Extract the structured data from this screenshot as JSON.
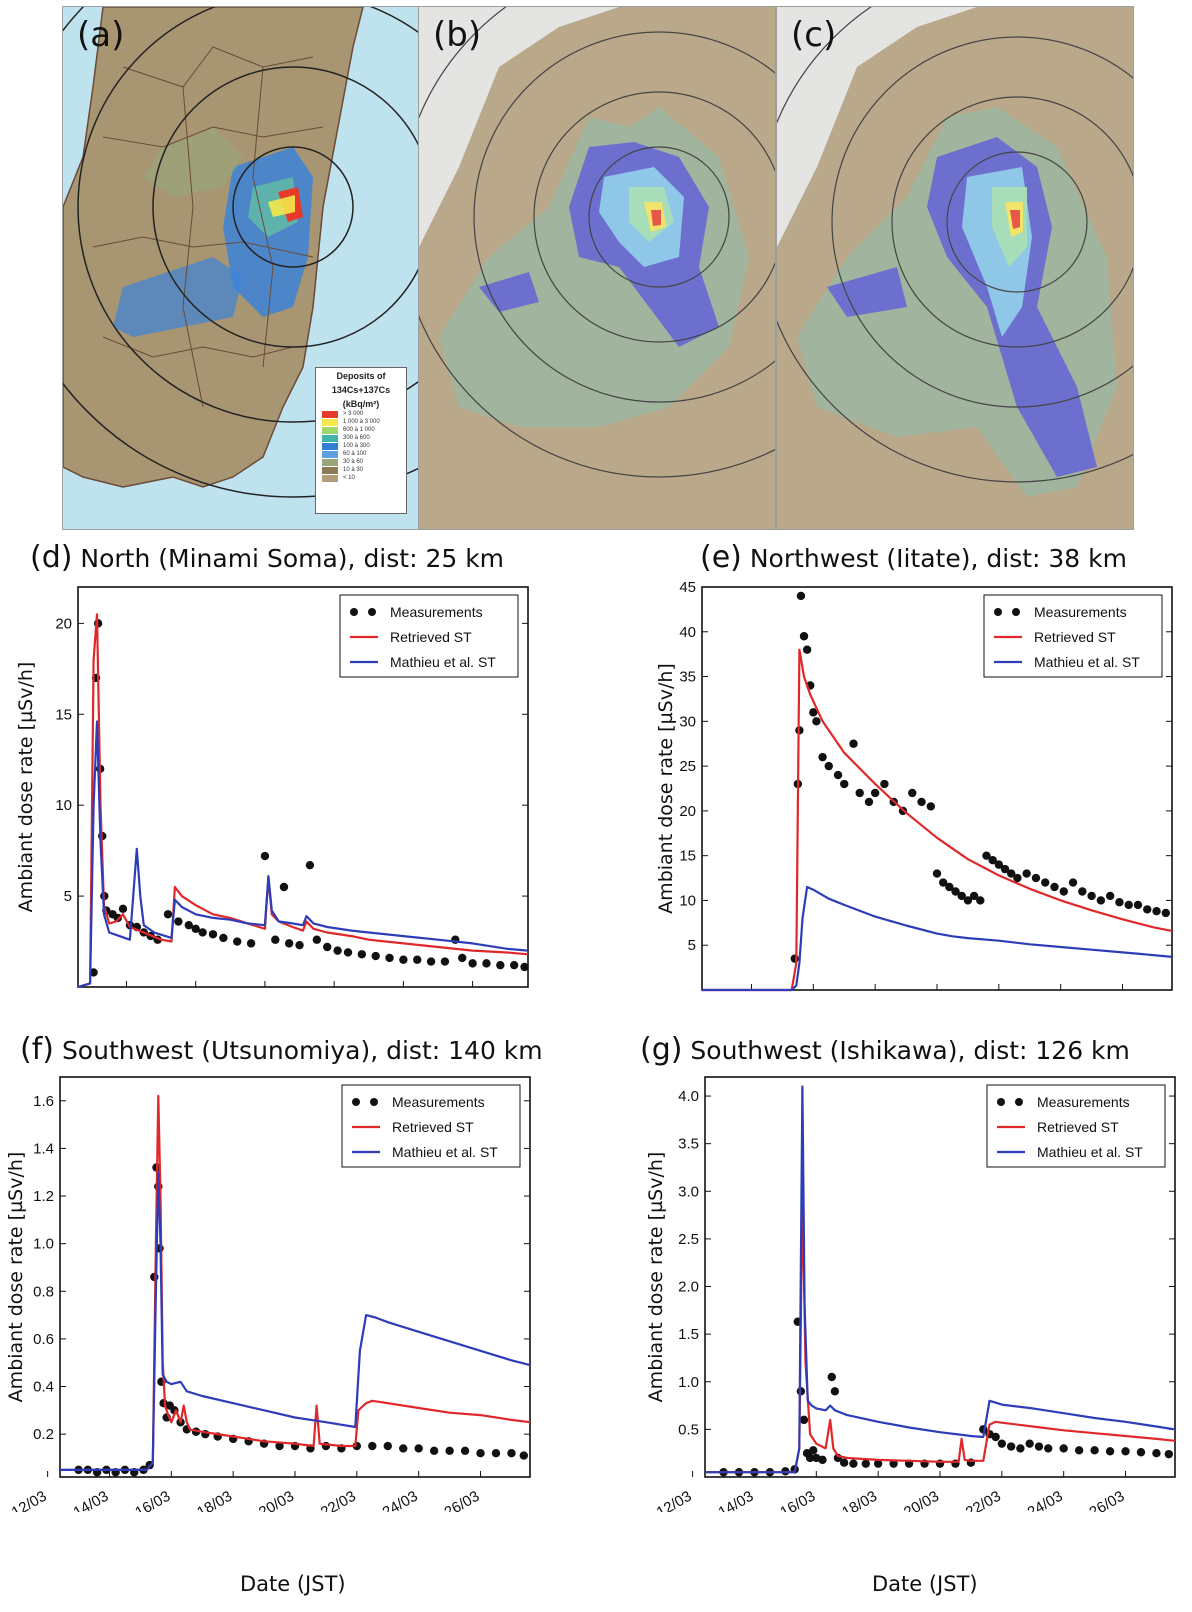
{
  "maps": [
    {
      "letter": "(a)",
      "legend": {
        "title1": "Deposits of",
        "title2": "134Cs+137Cs",
        "title3": "(kBq/m²)",
        "classes": [
          {
            "color": "#e83a2a",
            "label": "> 3 000"
          },
          {
            "color": "#f4e84a",
            "label": "1 000 à 3 000"
          },
          {
            "color": "#9fd86a",
            "label": "600 à 1 000"
          },
          {
            "color": "#3fb5a8",
            "label": "300 à 600"
          },
          {
            "color": "#2f7fd6",
            "label": "100 à 300"
          },
          {
            "color": "#5ea0e0",
            "label": "60 à 100"
          },
          {
            "color": "#9aa57a",
            "label": "30 à 60"
          },
          {
            "color": "#8e7b55",
            "label": "10 à 30"
          },
          {
            "color": "#b29d78",
            "label": "< 10"
          }
        ]
      }
    },
    {
      "letter": "(b)"
    },
    {
      "letter": "(c)"
    }
  ],
  "chart_data": [
    {
      "type": "line",
      "panel": "(d)",
      "title": "North (Minami Soma), dist: 25 km",
      "ylabel": "Ambiant dose rate [µSv/h]",
      "xlabel": "",
      "xlim": [
        14.6,
        27.6
      ],
      "ylim": [
        0,
        22
      ],
      "yticks": [
        5,
        10,
        15,
        20
      ],
      "xticks": [],
      "legend_position": "top-right",
      "series": [
        {
          "name": "Measurements",
          "style": "scatter",
          "color": "#111111",
          "x": [
            15.05,
            15.12,
            15.18,
            15.24,
            15.3,
            15.36,
            15.42,
            15.6,
            15.75,
            15.9,
            16.1,
            16.3,
            16.5,
            16.7,
            16.9,
            17.2,
            17.5,
            17.8,
            18.0,
            18.2,
            18.5,
            18.8,
            19.2,
            19.6,
            20.0,
            20.3,
            20.55,
            20.7,
            21.0,
            21.3,
            21.5,
            21.8,
            22.1,
            22.4,
            22.8,
            23.2,
            23.6,
            24.0,
            24.4,
            24.8,
            25.2,
            25.5,
            25.7,
            26.0,
            26.4,
            26.8,
            27.2,
            27.5
          ],
          "y": [
            0.8,
            17,
            20,
            12,
            8.3,
            5,
            4.2,
            4.0,
            3.8,
            4.3,
            3.4,
            3.3,
            3.0,
            2.8,
            2.6,
            4.0,
            3.6,
            3.4,
            3.2,
            3.0,
            2.9,
            2.7,
            2.5,
            2.4,
            7.2,
            2.6,
            5.5,
            2.4,
            2.3,
            6.7,
            2.6,
            2.2,
            2.0,
            1.9,
            1.8,
            1.7,
            1.6,
            1.5,
            1.5,
            1.4,
            1.4,
            2.6,
            1.6,
            1.3,
            1.3,
            1.2,
            1.2,
            1.1
          ]
        },
        {
          "name": "Retrieved ST",
          "style": "line",
          "color": "#e0282a",
          "x": [
            14.6,
            14.95,
            15.05,
            15.15,
            15.25,
            15.35,
            15.5,
            15.7,
            15.9,
            16.1,
            16.5,
            17.0,
            17.3,
            17.4,
            17.6,
            18.0,
            18.5,
            19.0,
            19.5,
            20.0,
            20.1,
            20.2,
            20.4,
            20.8,
            21.1,
            21.2,
            21.4,
            21.8,
            22.5,
            23.0,
            24.0,
            25.0,
            26.0,
            27.0,
            27.6
          ],
          "y": [
            0,
            0.2,
            18,
            20.5,
            10,
            4.5,
            3.5,
            3.6,
            4.0,
            3.3,
            3.0,
            2.6,
            2.5,
            5.5,
            5.0,
            4.5,
            4.0,
            3.8,
            3.5,
            3.2,
            6.0,
            4.0,
            3.6,
            3.3,
            3.1,
            3.6,
            3.2,
            3.0,
            2.8,
            2.6,
            2.4,
            2.2,
            2.0,
            1.9,
            1.8
          ]
        },
        {
          "name": "Mathieu et al. ST",
          "style": "line",
          "color": "#2d3db8",
          "x": [
            14.6,
            14.95,
            15.05,
            15.15,
            15.25,
            15.35,
            15.5,
            15.8,
            16.1,
            16.3,
            16.4,
            16.5,
            16.8,
            17.3,
            17.4,
            17.6,
            18.0,
            18.5,
            19.0,
            19.5,
            20.0,
            20.1,
            20.2,
            20.4,
            20.8,
            21.1,
            21.2,
            21.4,
            21.8,
            22.5,
            23.0,
            24.0,
            25.0,
            26.0,
            27.0,
            27.6
          ],
          "y": [
            0,
            0.2,
            10,
            14.6,
            8,
            4.0,
            3.0,
            2.8,
            2.6,
            7.6,
            5.0,
            3.4,
            3.0,
            2.7,
            4.8,
            4.4,
            4.0,
            3.8,
            3.7,
            3.5,
            3.4,
            6.1,
            4.2,
            3.6,
            3.5,
            3.4,
            3.9,
            3.5,
            3.3,
            3.1,
            3.0,
            2.8,
            2.6,
            2.4,
            2.1,
            2.0
          ]
        }
      ]
    },
    {
      "type": "line",
      "panel": "(e)",
      "title": "Northwest (Iitate), dist: 38 km",
      "ylabel": "Ambiant dose rate [µSv/h]",
      "xlabel": "",
      "xlim": [
        12.4,
        27.6
      ],
      "ylim": [
        0,
        45
      ],
      "yticks": [
        5,
        10,
        15,
        20,
        25,
        30,
        35,
        40,
        45
      ],
      "xticks": [],
      "legend_position": "top-right",
      "series": [
        {
          "name": "Measurements",
          "style": "scatter",
          "color": "#111111",
          "x": [
            15.4,
            15.5,
            15.55,
            15.6,
            15.7,
            15.8,
            15.9,
            16.0,
            16.1,
            16.3,
            16.5,
            16.8,
            17.0,
            17.3,
            17.5,
            17.8,
            18.0,
            18.3,
            18.6,
            18.9,
            19.2,
            19.5,
            19.8,
            20.0,
            20.2,
            20.4,
            20.6,
            20.8,
            21.0,
            21.2,
            21.4,
            21.6,
            21.8,
            22.0,
            22.2,
            22.4,
            22.6,
            22.9,
            23.2,
            23.5,
            23.8,
            24.1,
            24.4,
            24.7,
            25.0,
            25.3,
            25.6,
            25.9,
            26.2,
            26.5,
            26.8,
            27.1,
            27.4
          ],
          "y": [
            3.5,
            23,
            29,
            44,
            39.5,
            38,
            34,
            31,
            30,
            26,
            25,
            24,
            23,
            27.5,
            22,
            21,
            22,
            23,
            21,
            20,
            22,
            21,
            20.5,
            13,
            12,
            11.5,
            11,
            10.5,
            10,
            10.5,
            10,
            15,
            14.5,
            14,
            13.5,
            13,
            12.5,
            13,
            12.5,
            12,
            11.5,
            11,
            12,
            11,
            10.5,
            10,
            10.5,
            9.8,
            9.5,
            9.5,
            9,
            8.8,
            8.6
          ]
        },
        {
          "name": "Retrieved ST",
          "style": "line",
          "color": "#e0282a",
          "x": [
            12.4,
            15.3,
            15.45,
            15.55,
            15.7,
            15.9,
            16.3,
            17.0,
            18.0,
            19.0,
            20.0,
            21.0,
            22.0,
            23.0,
            24.0,
            25.0,
            26.0,
            27.0,
            27.6
          ],
          "y": [
            0,
            0,
            3,
            38,
            35,
            33,
            30,
            26.5,
            23,
            19.8,
            17,
            14.6,
            12.8,
            11.3,
            10,
            8.9,
            7.9,
            7.0,
            6.6
          ]
        },
        {
          "name": "Mathieu et al. ST",
          "style": "line",
          "color": "#2d3db8",
          "x": [
            12.4,
            15.3,
            15.45,
            15.55,
            15.65,
            15.8,
            16.0,
            16.5,
            17.0,
            18.0,
            19.0,
            20.0,
            20.5,
            21.0,
            22.0,
            23.0,
            24.0,
            25.0,
            26.0,
            27.0,
            27.6
          ],
          "y": [
            0,
            0,
            0.5,
            3,
            8,
            11.5,
            11.2,
            10.2,
            9.5,
            8.2,
            7.2,
            6.3,
            6.0,
            5.8,
            5.5,
            5.1,
            4.8,
            4.5,
            4.2,
            3.9,
            3.7
          ]
        }
      ]
    },
    {
      "type": "line",
      "panel": "(f)",
      "title": "Southwest (Utsunomiya), dist: 140 km",
      "ylabel": "Ambiant dose rate [µSv/h]",
      "xlabel": "Date (JST)",
      "xlim": [
        12.4,
        27.6
      ],
      "ylim": [
        0.02,
        1.7
      ],
      "yticks": [
        0.2,
        0.4,
        0.6,
        0.8,
        1.0,
        1.2,
        1.4,
        1.6
      ],
      "xticks": [
        "12/03",
        "14/03",
        "16/03",
        "18/03",
        "20/03",
        "22/03",
        "24/03",
        "26/03"
      ],
      "legend_position": "top-right",
      "series": [
        {
          "name": "Measurements",
          "style": "scatter",
          "color": "#111111",
          "x": [
            13.0,
            13.3,
            13.6,
            13.9,
            14.2,
            14.5,
            14.8,
            15.1,
            15.3,
            15.45,
            15.52,
            15.58,
            15.62,
            15.68,
            15.75,
            15.85,
            15.95,
            16.1,
            16.3,
            16.5,
            16.8,
            17.1,
            17.5,
            18.0,
            18.5,
            19.0,
            19.5,
            20.0,
            20.5,
            21.0,
            21.5,
            22.0,
            22.5,
            23.0,
            23.5,
            24.0,
            24.5,
            25.0,
            25.5,
            26.0,
            26.5,
            27.0,
            27.4
          ],
          "y": [
            0.05,
            0.05,
            0.04,
            0.05,
            0.04,
            0.05,
            0.04,
            0.05,
            0.07,
            0.86,
            1.32,
            1.24,
            0.98,
            0.42,
            0.33,
            0.27,
            0.32,
            0.3,
            0.25,
            0.22,
            0.21,
            0.2,
            0.19,
            0.18,
            0.17,
            0.16,
            0.15,
            0.15,
            0.14,
            0.15,
            0.14,
            0.15,
            0.15,
            0.15,
            0.14,
            0.14,
            0.13,
            0.13,
            0.13,
            0.12,
            0.12,
            0.12,
            0.11
          ]
        },
        {
          "name": "Retrieved ST",
          "style": "line",
          "color": "#e0282a",
          "x": [
            12.4,
            15.2,
            15.4,
            15.5,
            15.58,
            15.65,
            15.72,
            15.8,
            15.9,
            16.0,
            16.15,
            16.3,
            16.4,
            16.5,
            16.6,
            17.0,
            18.0,
            19.0,
            20.0,
            20.6,
            20.7,
            20.8,
            21.5,
            21.95,
            22.05,
            22.3,
            22.5,
            23.0,
            24.0,
            25.0,
            26.0,
            27.0,
            27.6
          ],
          "y": [
            0.05,
            0.05,
            0.08,
            1.0,
            1.62,
            1.2,
            0.5,
            0.32,
            0.28,
            0.25,
            0.3,
            0.25,
            0.32,
            0.25,
            0.22,
            0.21,
            0.19,
            0.17,
            0.16,
            0.15,
            0.32,
            0.16,
            0.15,
            0.15,
            0.3,
            0.33,
            0.34,
            0.33,
            0.31,
            0.29,
            0.28,
            0.26,
            0.25
          ]
        },
        {
          "name": "Mathieu et al. ST",
          "style": "line",
          "color": "#2d3db8",
          "x": [
            12.4,
            15.2,
            15.4,
            15.5,
            15.58,
            15.65,
            15.72,
            15.85,
            16.0,
            16.3,
            16.5,
            17.0,
            18.0,
            19.0,
            20.0,
            21.0,
            21.95,
            22.1,
            22.3,
            22.6,
            23.0,
            24.0,
            25.0,
            26.0,
            27.0,
            27.6
          ],
          "y": [
            0.05,
            0.05,
            0.08,
            0.8,
            1.3,
            1.0,
            0.45,
            0.42,
            0.41,
            0.42,
            0.38,
            0.36,
            0.33,
            0.3,
            0.27,
            0.25,
            0.23,
            0.55,
            0.7,
            0.69,
            0.67,
            0.63,
            0.59,
            0.55,
            0.51,
            0.49
          ]
        }
      ]
    },
    {
      "type": "line",
      "panel": "(g)",
      "title": "Southwest (Ishikawa), dist: 126 km",
      "ylabel": "Ambiant dose rate [µSv/h]",
      "xlabel": "Date (JST)",
      "xlim": [
        12.4,
        27.6
      ],
      "ylim": [
        0,
        4.2
      ],
      "yticks": [
        0.5,
        1.0,
        1.5,
        2.0,
        2.5,
        3.0,
        3.5,
        4.0
      ],
      "xticks": [
        "12/03",
        "14/03",
        "16/03",
        "18/03",
        "20/03",
        "22/03",
        "24/03",
        "26/03"
      ],
      "legend_position": "top-right",
      "series": [
        {
          "name": "Measurements",
          "style": "scatter",
          "color": "#111111",
          "x": [
            13.0,
            13.5,
            14.0,
            14.5,
            15.0,
            15.3,
            15.4,
            15.5,
            15.6,
            15.7,
            15.8,
            15.9,
            16.0,
            16.2,
            16.5,
            16.6,
            16.7,
            16.9,
            17.2,
            17.6,
            18.0,
            18.5,
            19.0,
            19.5,
            20.0,
            20.5,
            21.0,
            21.4,
            21.6,
            21.8,
            22.0,
            22.3,
            22.6,
            22.9,
            23.2,
            23.5,
            24.0,
            24.5,
            25.0,
            25.5,
            26.0,
            26.5,
            27.0,
            27.4
          ],
          "y": [
            0.05,
            0.05,
            0.05,
            0.05,
            0.06,
            0.08,
            1.63,
            0.9,
            0.6,
            0.25,
            0.2,
            0.28,
            0.2,
            0.18,
            1.05,
            0.9,
            0.2,
            0.15,
            0.14,
            0.14,
            0.14,
            0.14,
            0.14,
            0.14,
            0.14,
            0.14,
            0.15,
            0.5,
            0.45,
            0.42,
            0.35,
            0.32,
            0.3,
            0.35,
            0.32,
            0.3,
            0.3,
            0.28,
            0.28,
            0.27,
            0.27,
            0.26,
            0.25,
            0.24
          ]
        },
        {
          "name": "Retrieved ST",
          "style": "line",
          "color": "#e0282a",
          "x": [
            12.4,
            15.3,
            15.45,
            15.55,
            15.65,
            15.8,
            16.0,
            16.3,
            16.45,
            16.55,
            16.7,
            17.0,
            18.0,
            19.0,
            20.0,
            20.6,
            20.7,
            20.8,
            21.0,
            21.4,
            21.6,
            21.8,
            22.0,
            23.0,
            24.0,
            25.0,
            26.0,
            27.0,
            27.6
          ],
          "y": [
            0.05,
            0.05,
            0.3,
            3.0,
            1.2,
            0.45,
            0.35,
            0.3,
            0.6,
            0.3,
            0.22,
            0.2,
            0.18,
            0.17,
            0.16,
            0.16,
            0.4,
            0.18,
            0.17,
            0.17,
            0.55,
            0.58,
            0.57,
            0.53,
            0.49,
            0.46,
            0.43,
            0.4,
            0.38
          ]
        },
        {
          "name": "Mathieu et al. ST",
          "style": "line",
          "color": "#2d3db8",
          "x": [
            12.4,
            15.3,
            15.45,
            15.55,
            15.62,
            15.72,
            15.85,
            16.0,
            16.3,
            16.45,
            16.6,
            17.0,
            18.0,
            19.0,
            20.0,
            21.0,
            21.4,
            21.6,
            21.8,
            22.0,
            23.0,
            24.0,
            25.0,
            26.0,
            27.0,
            27.6
          ],
          "y": [
            0.05,
            0.05,
            0.3,
            4.1,
            1.8,
            0.8,
            0.75,
            0.72,
            0.7,
            0.75,
            0.7,
            0.65,
            0.58,
            0.52,
            0.47,
            0.43,
            0.42,
            0.8,
            0.78,
            0.76,
            0.72,
            0.67,
            0.62,
            0.58,
            0.53,
            0.5
          ]
        }
      ]
    }
  ]
}
